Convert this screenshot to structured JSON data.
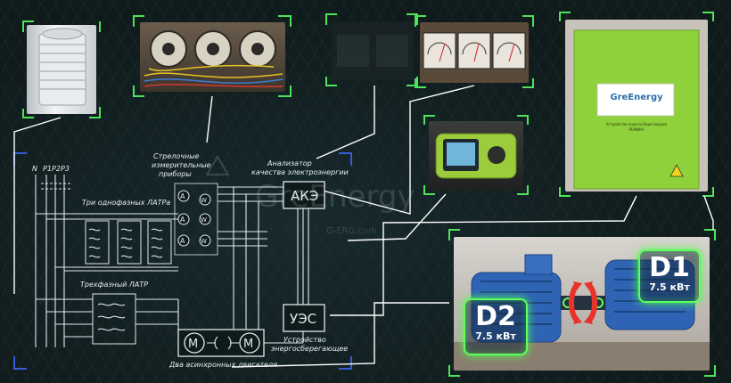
{
  "phases": [
    "N",
    "P1",
    "P2",
    "P3"
  ],
  "annotations": {
    "latr_single": "Три однофазных ЛАТРа",
    "meters": [
      "Стрелочные",
      "измерительные",
      "приборы"
    ],
    "analyzer": [
      "Анализатор",
      "качества электроэнергии"
    ],
    "latr_three": "Трехфазный ЛАТР",
    "motors": "Два асинхронных двигателя",
    "saver": [
      "Устройство",
      "энергосберегающее"
    ]
  },
  "blocks": {
    "ake": "АКЭ",
    "ues": "УЭС",
    "ammeter": "А",
    "wattmeter": "W",
    "motor": "M"
  },
  "watermark": {
    "brand": "GreEnergy",
    "site": "G-ERG.com"
  },
  "device": {
    "logo": "GreEnergy",
    "caption": [
      "Устройство энергосберегающее",
      "РЕМИКА"
    ]
  },
  "motors": [
    {
      "name": "D1",
      "power": "7.5 кВт"
    },
    {
      "name": "D2",
      "power": "7.5 кВт"
    }
  ],
  "colors": {
    "frame": "#4de35a",
    "wire": "#dfe9ee",
    "device_panel": "#8fd13a",
    "motor_body": "#2f64b5",
    "coupling": "#e8332d"
  }
}
